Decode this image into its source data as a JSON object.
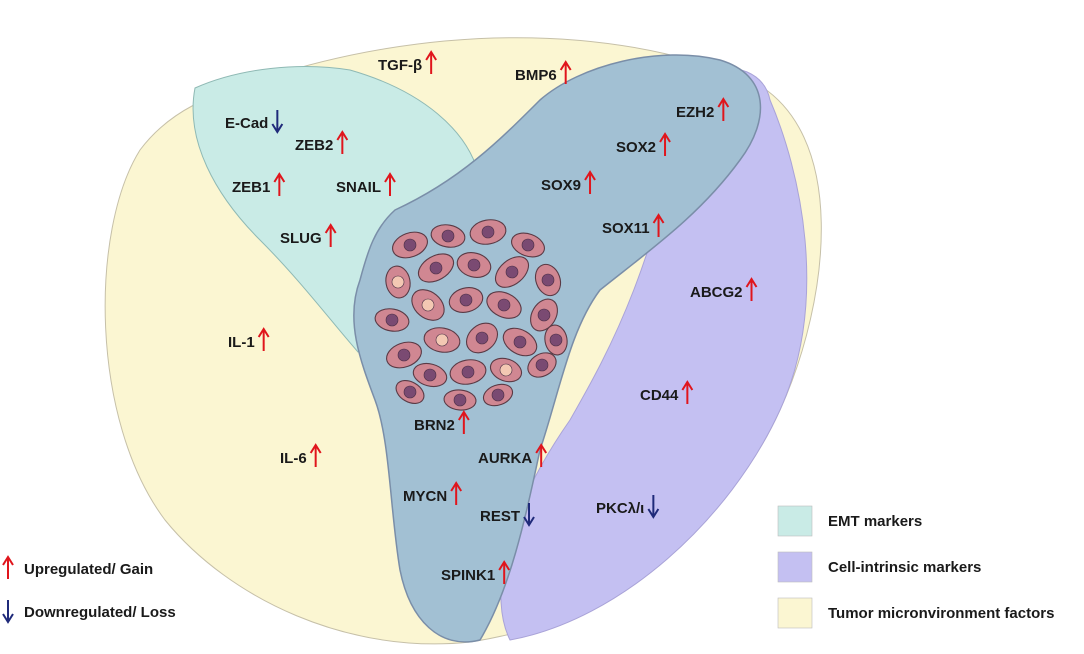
{
  "colors": {
    "emt": "#c9ebe6",
    "intrinsic": "#c4c0f2",
    "microenv": "#fbf6d2",
    "stemness": "#a2c0d3",
    "up_arrow": "#e0151c",
    "down_arrow": "#1f2a7a",
    "cell_fill": "#d5818b",
    "cell_nucleus": "#7a4a72",
    "cell_light_nucleus": "#f3c8b3"
  },
  "markers": [
    {
      "id": "tgf-beta",
      "label": "TGF-β",
      "direction": "up"
    },
    {
      "id": "bmp6",
      "label": "BMP6",
      "direction": "up"
    },
    {
      "id": "e-cad",
      "label": "E-Cad",
      "direction": "down"
    },
    {
      "id": "zeb2",
      "label": "ZEB2",
      "direction": "up"
    },
    {
      "id": "zeb1",
      "label": "ZEB1",
      "direction": "up"
    },
    {
      "id": "snail",
      "label": "SNAIL",
      "direction": "up"
    },
    {
      "id": "slug",
      "label": "SLUG",
      "direction": "up"
    },
    {
      "id": "ezh2",
      "label": "EZH2",
      "direction": "up"
    },
    {
      "id": "sox2",
      "label": "SOX2",
      "direction": "up"
    },
    {
      "id": "sox9",
      "label": "SOX9",
      "direction": "up"
    },
    {
      "id": "sox11",
      "label": "SOX11",
      "direction": "up"
    },
    {
      "id": "abcg2",
      "label": "ABCG2",
      "direction": "up"
    },
    {
      "id": "il-1",
      "label": "IL-1",
      "direction": "up"
    },
    {
      "id": "cd44",
      "label": "CD44",
      "direction": "up"
    },
    {
      "id": "il-6",
      "label": "IL-6",
      "direction": "up"
    },
    {
      "id": "brn2",
      "label": "BRN2",
      "direction": "up"
    },
    {
      "id": "aurka",
      "label": "AURKA",
      "direction": "up"
    },
    {
      "id": "mycn",
      "label": "MYCN",
      "direction": "up"
    },
    {
      "id": "rest",
      "label": "REST",
      "direction": "down"
    },
    {
      "id": "pkc",
      "label": "PKCλ/ι",
      "direction": "down"
    },
    {
      "id": "spink1",
      "label": "SPINK1",
      "direction": "up"
    }
  ],
  "arrow_legend": [
    {
      "id": "upregulated",
      "label": "Upregulated/ Gain",
      "direction": "up"
    },
    {
      "id": "downregulated",
      "label": "Downregulated/ Loss",
      "direction": "down"
    }
  ],
  "region_legend": [
    {
      "id": "emt",
      "label": "EMT markers",
      "color_key": "emt"
    },
    {
      "id": "intrinsic",
      "label": "Cell-intrinsic markers",
      "color_key": "intrinsic"
    },
    {
      "id": "microenv",
      "label": "Tumor micronvironment factors",
      "color_key": "microenv"
    }
  ]
}
